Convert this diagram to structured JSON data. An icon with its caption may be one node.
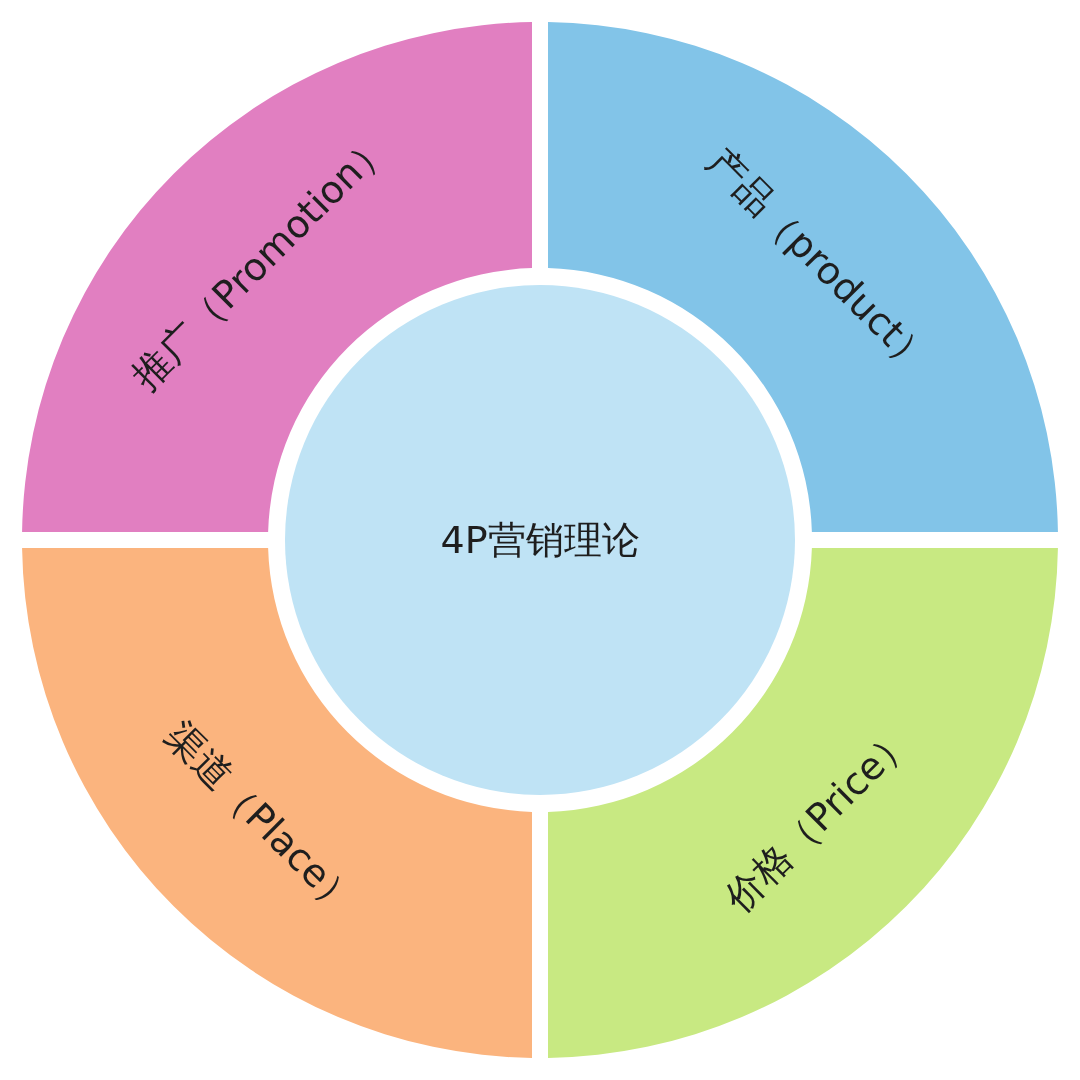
{
  "diagram": {
    "nodes": [
      {
        "text": [
          "推广（Promotion）"
        ]
      },
      {
        "text": [
          "产品（product）"
        ]
      },
      {
        "text": [
          "渠道（Place）"
        ]
      },
      {
        "text": [
          "价格（Price）"
        ]
      },
      {
        "text": [
          "4P营销理论"
        ]
      }
    ]
  }
}
